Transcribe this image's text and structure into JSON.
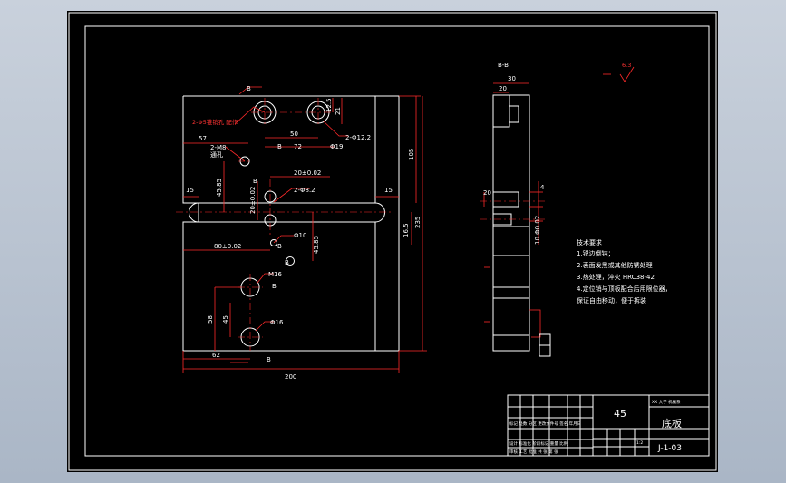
{
  "views": {
    "section_label": "B-B",
    "surface_symbol": "6.3"
  },
  "front_dims": {
    "d200": "200",
    "d62": "62",
    "d80": "80±0.02",
    "d50": "50",
    "d72": "72",
    "d57": "57",
    "d15_left": "15",
    "d15_right": "15",
    "d20": "20±0.02",
    "d4585_a": "45.85",
    "d4585_b": "45.85",
    "d20b": "20±0.02",
    "d105": "105",
    "d235": "235",
    "d165": "16.5",
    "d58": "58",
    "d45": "45",
    "d125": "12.5",
    "d21": "21",
    "hole_a": "2-Φ5锥销孔 配作",
    "hole_b": "2-Φ12.2",
    "hole_b2": "Φ19",
    "hole_c": "2-M8",
    "hole_c2": "通孔",
    "hole_d": "2-Φ8.2",
    "hole_e": "Φ10",
    "hole_f": "M16",
    "hole_g": "Φ16",
    "mark_b": "B"
  },
  "side_dims": {
    "d30": "30",
    "d20": "20",
    "d20b": "20",
    "d4": "4",
    "d10": "10 Φ0.02"
  },
  "notes": {
    "title": "技术要求",
    "line1": "1.锐边倒钝；",
    "line2": "2.表面发黑或其他防锈处理",
    "line3": "3.热处理，淬火  HRC38-42",
    "line4": "4.定位销与顶板配合后用限位器，",
    "line5": "保证自由移动，便于拆装"
  },
  "title_block": {
    "material": "45",
    "school": "XX 大学 机械系",
    "part_name": "底板",
    "drawing_no": "J-1-03",
    "scale": "1:2"
  }
}
